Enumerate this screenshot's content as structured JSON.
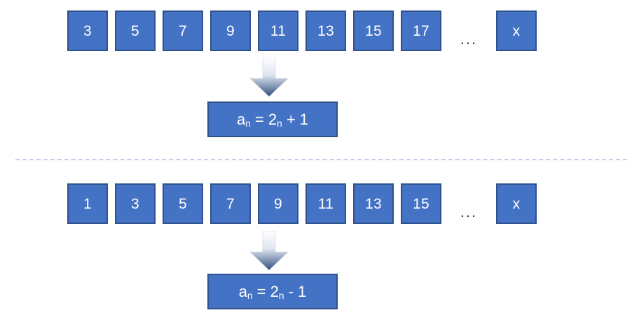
{
  "diagram": {
    "background_color": "#ffffff",
    "box_fill_color": "#4472C4",
    "box_border_color": "#2F528F",
    "box_text_color": "#ffffff",
    "divider_color": "#c3cfe6",
    "arrow_gradient_top": "#ffffff",
    "arrow_gradient_bottom": "#2F4F7F",
    "ellipsis_label": "...",
    "sections": [
      {
        "name": "odd-numbers-from-3",
        "sequence": [
          "3",
          "5",
          "7",
          "9",
          "11",
          "13",
          "15",
          "17"
        ],
        "ellipsis": "...",
        "variable": "x",
        "formula": {
          "lhs": "a",
          "lhs_sub": "n",
          "equals": " = ",
          "coefficient": "2",
          "coefficient_sub": "n",
          "operator": " + ",
          "constant": "1",
          "plain": "an = 2n + 1"
        }
      },
      {
        "name": "odd-numbers-from-1",
        "sequence": [
          "1",
          "3",
          "5",
          "7",
          "9",
          "11",
          "13",
          "15"
        ],
        "ellipsis": "...",
        "variable": "x",
        "formula": {
          "lhs": "a",
          "lhs_sub": "n",
          "equals": " = ",
          "coefficient": "2",
          "coefficient_sub": "n",
          "operator": " - ",
          "constant": "1",
          "plain": "an = 2n - 1"
        }
      }
    ]
  }
}
